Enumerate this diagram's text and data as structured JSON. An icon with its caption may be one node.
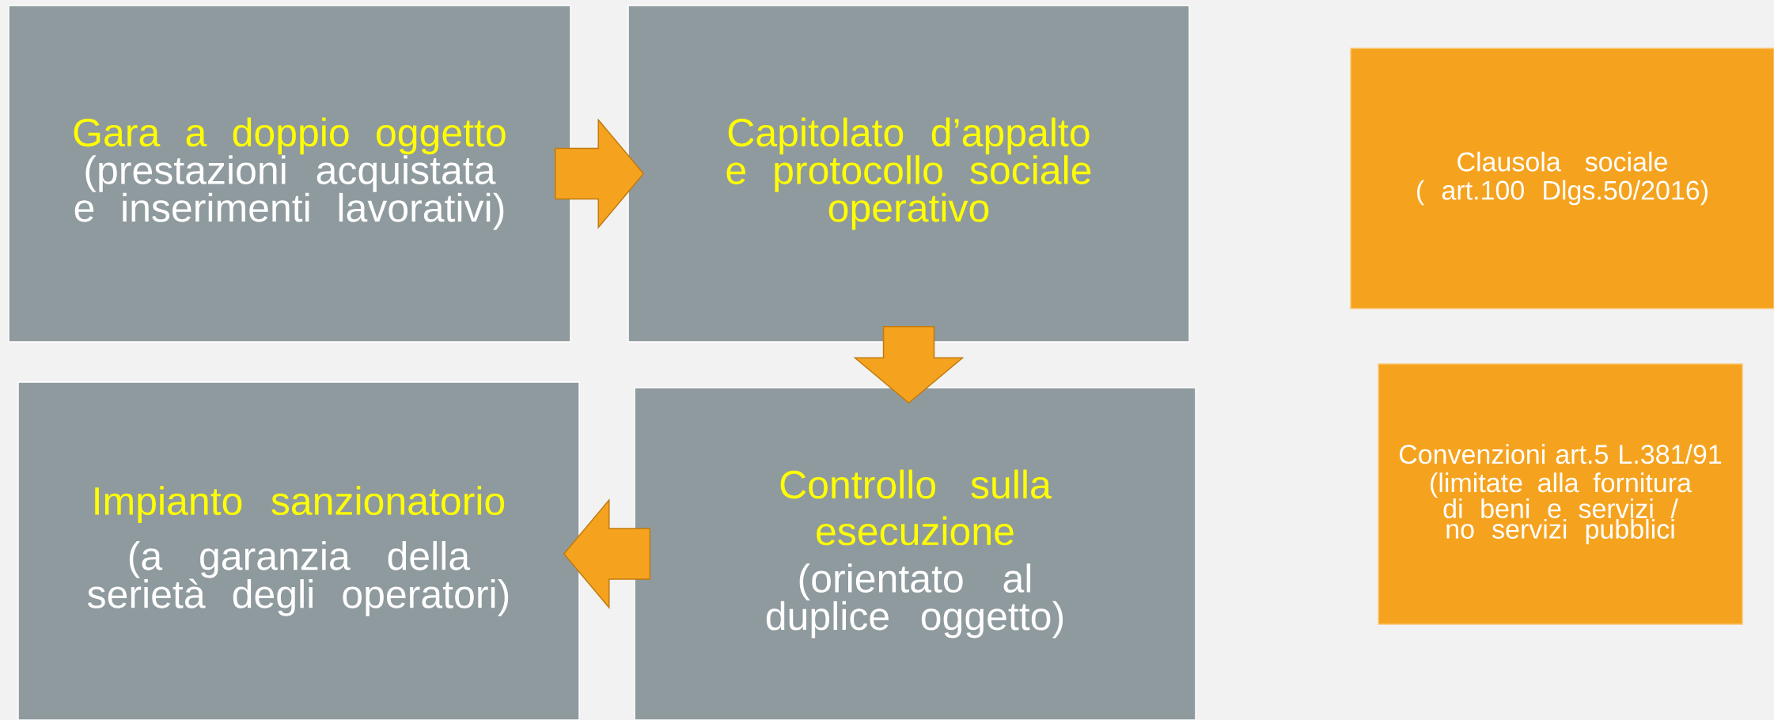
{
  "diagram": {
    "nodes": [
      {
        "text": [
          "Gara a doppio oggetto",
          "(prestazioni acquistata e inserimenti lavorativi)"
        ]
      },
      {
        "text": [
          "Capitolato d’appalto e protocollo sociale operativo"
        ]
      },
      {
        "text": [
          "Clausola sociale",
          "( art.100 Dlgs.50/2016)"
        ]
      },
      {
        "text": [
          "Impianto sanzionatorio",
          "(a garanzia della serietà degli operatori)"
        ]
      },
      {
        "text": [
          "Controllo sulla esecuzione",
          "(orientato al duplice oggetto)"
        ]
      },
      {
        "text": [
          "Convenzioni art.5 L.381/91",
          "(limitate alla fornitura di beni e servizi / no servizi pubblici"
        ]
      }
    ],
    "edges": [
      {
        "from": 0,
        "to": 1,
        "arrow": "to"
      },
      {
        "from": 1,
        "to": 4,
        "arrow": "to"
      },
      {
        "from": 4,
        "to": 3,
        "arrow": "to"
      }
    ]
  }
}
